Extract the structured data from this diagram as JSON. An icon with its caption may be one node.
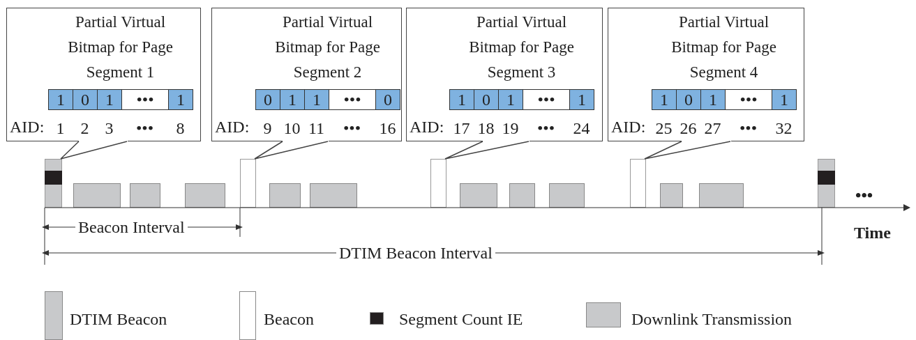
{
  "diagram": {
    "nodes": [
      {
        "text": [
          "Partial Virtual Bitmap for Page Segment 1",
          "1",
          "0",
          "1",
          "•••",
          "1",
          "AID:",
          "1",
          "2",
          "3",
          "•••",
          "8"
        ]
      },
      {
        "text": [
          "Partial Virtual Bitmap for Page Segment 2",
          "0",
          "1",
          "1",
          "•••",
          "0",
          "AID:",
          "9",
          "10",
          "11",
          "•••",
          "16"
        ]
      },
      {
        "text": [
          "Partial Virtual Bitmap for Page Segment 3",
          "1",
          "0",
          "1",
          "•••",
          "1",
          "AID:",
          "17",
          "18",
          "19",
          "•••",
          "24"
        ]
      },
      {
        "text": [
          "Partial Virtual Bitmap for Page Segment 4",
          "1",
          "0",
          "1",
          "•••",
          "1",
          "AID:",
          "25",
          "26",
          "27",
          "•••",
          "32"
        ]
      },
      {
        "text": [],
        "shape": "bar"
      },
      {
        "text": [],
        "shape": "bar"
      },
      {
        "text": [],
        "shape": "bar"
      },
      {
        "text": [],
        "shape": "bar"
      },
      {
        "text": [],
        "shape": "bar"
      }
    ],
    "edges": [
      {
        "from": 0,
        "to": 4,
        "arrow": "none"
      },
      {
        "from": 1,
        "to": 5,
        "arrow": "none"
      },
      {
        "from": 2,
        "to": 6,
        "arrow": "none"
      },
      {
        "from": 3,
        "to": 7,
        "arrow": "none"
      }
    ],
    "labels": [
      "•••",
      "Beacon Interval",
      "Time",
      "DTIM Beacon Interval"
    ],
    "legend": [
      {
        "text": "DTIM Beacon",
        "color": "#c8c9cb"
      },
      {
        "text": "Beacon",
        "color": "#ffffff"
      },
      {
        "text": "Segment Count IE",
        "color": "#231f20"
      },
      {
        "text": "Downlink Transmission",
        "color": "#c8c9cb"
      }
    ]
  }
}
